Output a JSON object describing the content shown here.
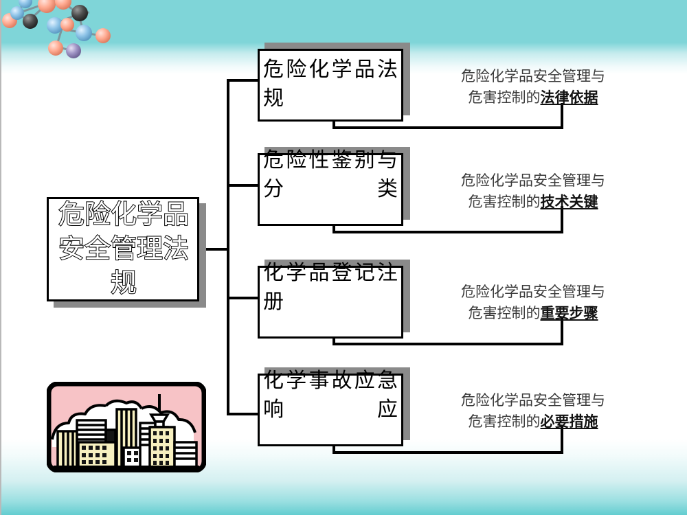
{
  "slide": {
    "title": "危险化学品安全管理法规",
    "background_top_color": "#7fd5d8",
    "background_bottom_color": "#63cdd0"
  },
  "central_node": {
    "label": "危险化学品安全管理法规"
  },
  "branches": [
    {
      "id": "regulations",
      "box_label": "危险化学品法规",
      "desc_line1": "危险化学品安全管理与",
      "desc_line2_plain": "危害控制的",
      "desc_line2_emphasis": "法律依据"
    },
    {
      "id": "identification",
      "box_label": "危险性鉴别与分类",
      "desc_line1": "危险化学品安全管理与",
      "desc_line2_plain": "危害控制的",
      "desc_line2_emphasis": "技术关键"
    },
    {
      "id": "registration",
      "box_label": "化学品登记注册",
      "desc_line1": "危险化学品安全管理与",
      "desc_line2_plain": "危害控制的",
      "desc_line2_emphasis": "重要步骤"
    },
    {
      "id": "emergency",
      "box_label": "化学事故应急响应",
      "desc_line1": "危险化学品安全管理与",
      "desc_line2_plain": "危害控制的",
      "desc_line2_emphasis": "必要措施"
    }
  ],
  "decorations": {
    "molecule_icon": "molecule-model-graphic",
    "city_icon": "city-skyline-graphic",
    "city_sky_color": "#f7c3c6",
    "city_building_color": "#f7f0c0"
  }
}
